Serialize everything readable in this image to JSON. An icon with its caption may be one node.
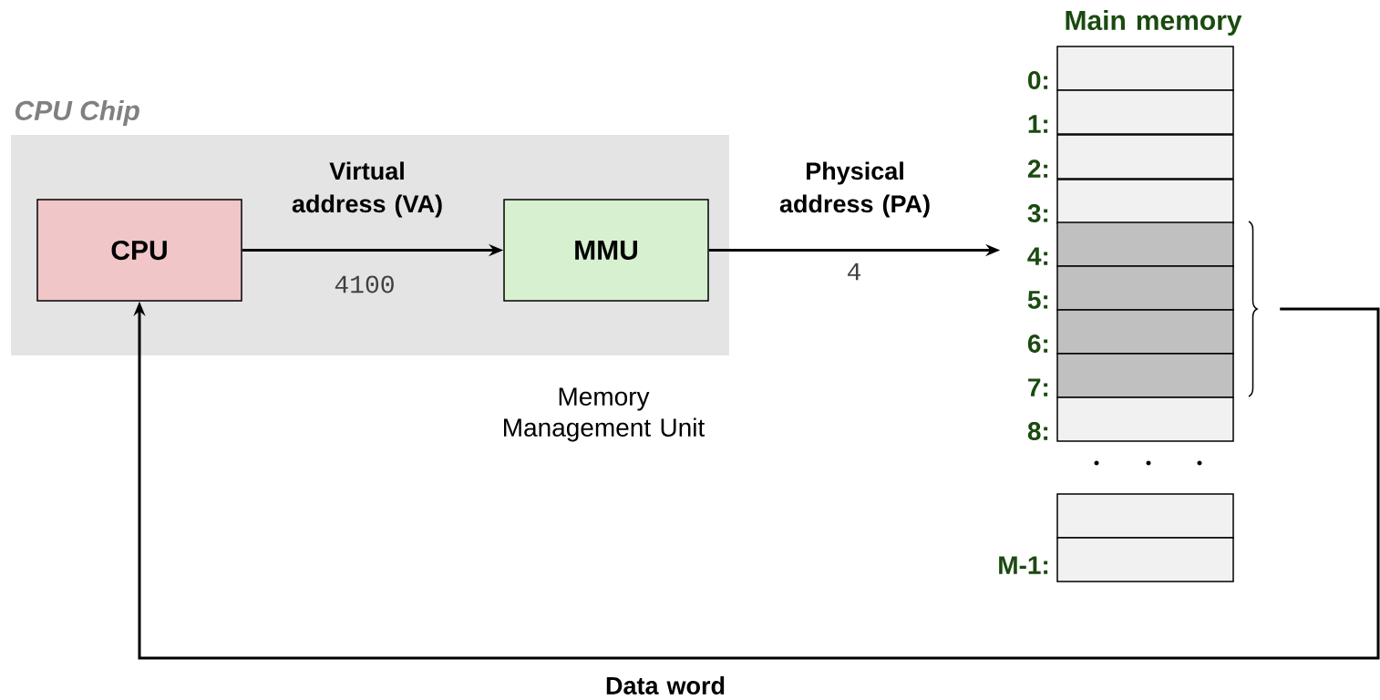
{
  "diagram": {
    "nodes": [
      {
        "text": [
          "CPU Chip"
        ]
      },
      {
        "text": [
          "CPU"
        ],
        "in": 0
      },
      {
        "text": [
          "MMU"
        ],
        "in": 0
      },
      {
        "text": [],
        "shape": "box",
        "beside": [
          "0:"
        ]
      },
      {
        "text": [],
        "shape": "box",
        "beside": [
          "1:"
        ]
      },
      {
        "text": [],
        "shape": "box",
        "beside": [
          "2:"
        ]
      },
      {
        "text": [],
        "shape": "box",
        "beside": [
          "3:"
        ]
      },
      {
        "text": [],
        "shape": "box",
        "beside": [
          "4:"
        ]
      },
      {
        "text": [],
        "shape": "box",
        "beside": [
          "5:"
        ]
      },
      {
        "text": [],
        "shape": "box",
        "beside": [
          "6:"
        ]
      },
      {
        "text": [],
        "shape": "box",
        "beside": [
          "7:"
        ]
      },
      {
        "text": [],
        "shape": "box",
        "beside": [
          "8:"
        ]
      },
      {
        "text": [],
        "shape": "box"
      },
      {
        "text": [],
        "shape": "box",
        "beside": [
          "M-1:"
        ]
      },
      {
        "text": [],
        "shape": "brace"
      }
    ],
    "edges": [
      {
        "from": 1,
        "to": 2,
        "arrow": "to",
        "label": "Virtual address (VA)"
      },
      {
        "from": 2,
        "to": 7,
        "arrow": "to",
        "label": "Physical address (PA)"
      },
      {
        "from": 14,
        "to": 1,
        "arrow": "to",
        "label": "Data word"
      }
    ],
    "labels": [
      "Main memory",
      "4100",
      "4",
      "Memory Management Unit"
    ]
  }
}
